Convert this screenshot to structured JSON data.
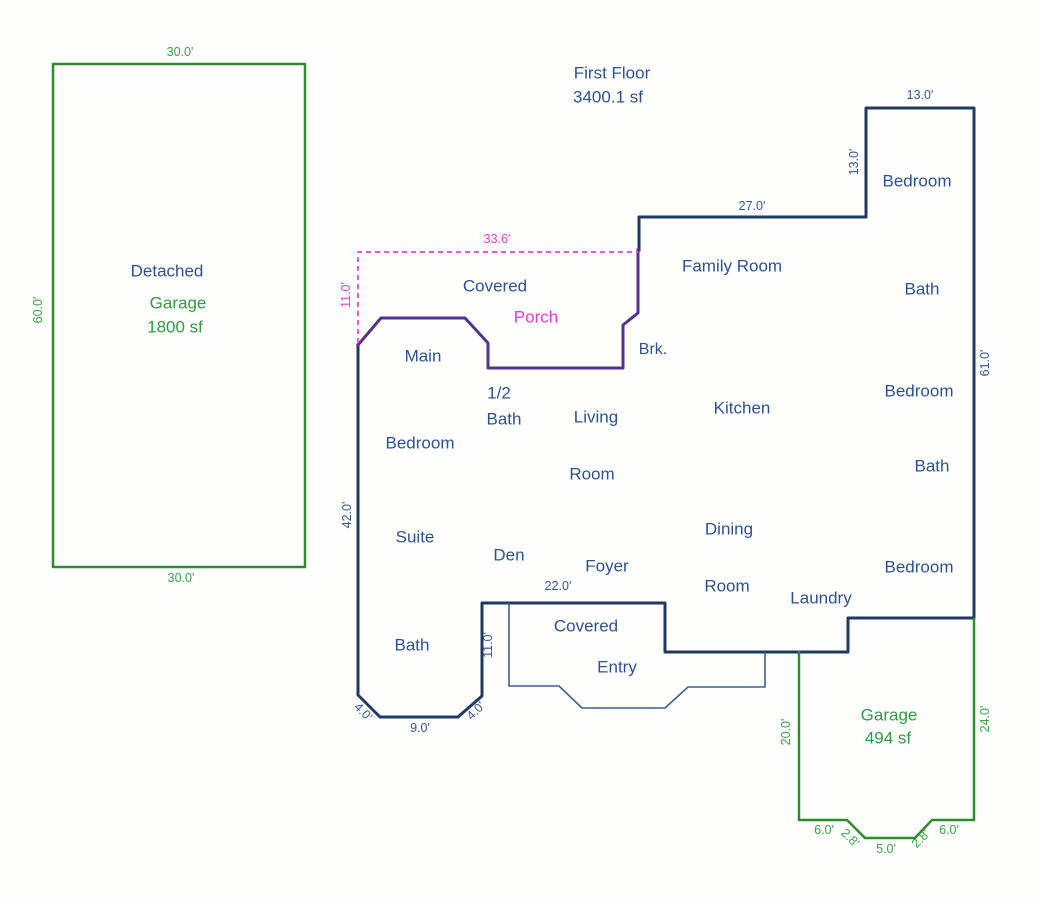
{
  "title": {
    "line1": "First Floor",
    "line2": "3400.1 sf"
  },
  "detached_garage": {
    "name_line1": "Detached",
    "name_line2": "Garage",
    "area": "1800 sf",
    "dim_top": "30.0'",
    "dim_left": "60.0'",
    "dim_bottom": "30.0'"
  },
  "porch": {
    "label_line1": "Covered",
    "label_line2": "Porch",
    "dim_top": "33.6'",
    "dim_left": "11.0'"
  },
  "house": {
    "rooms": {
      "bedroom_top_right": "Bedroom",
      "bath_top_right": "Bath",
      "family_room": "Family Room",
      "breakfast": "Brk.",
      "main": "Main",
      "main_bedroom": "Bedroom",
      "suite": "Suite",
      "half_bath_line1": "1/2",
      "half_bath_line2": "Bath",
      "living_line1": "Living",
      "living_line2": "Room",
      "kitchen": "Kitchen",
      "dining_line1": "Dining",
      "dining_line2": "Room",
      "den": "Den",
      "foyer": "Foyer",
      "bath_left": "Bath",
      "laundry": "Laundry",
      "bedroom_right_mid": "Bedroom",
      "bath_right": "Bath",
      "bedroom_right_low": "Bedroom",
      "entry_line1": "Covered",
      "entry_line2": "Entry"
    },
    "dims": {
      "wing_top_width": "13.0'",
      "wing_left_height": "13.0'",
      "family_top_width": "27.0'",
      "right_height": "61.0'",
      "left_height": "42.0'",
      "foyer_width": "22.0'",
      "entry_left_height": "11.0'",
      "chamfer_left": "4.0'",
      "bottom_width": "9.0'",
      "chamfer_right": "4.0'"
    }
  },
  "attached_garage": {
    "name": "Garage",
    "area": "494 sf",
    "dim_left": "20.0'",
    "dim_right": "24.0'",
    "dim_bottom_left6": "6.0'",
    "dim_bottom_left28": "2.8'",
    "dim_bottom_mid5": "5.0'",
    "dim_bottom_right28": "2.8'",
    "dim_bottom_right6": "6.0'"
  },
  "colors": {
    "wall_navy": "#1f3864",
    "porch_purple": "#53318f",
    "porch_dash_magenta": "#e45bd0",
    "garage_green": "#2e8b2e",
    "text_blue": "#2d5291",
    "text_green": "#2f9b43",
    "text_magenta": "#e23bd4"
  }
}
